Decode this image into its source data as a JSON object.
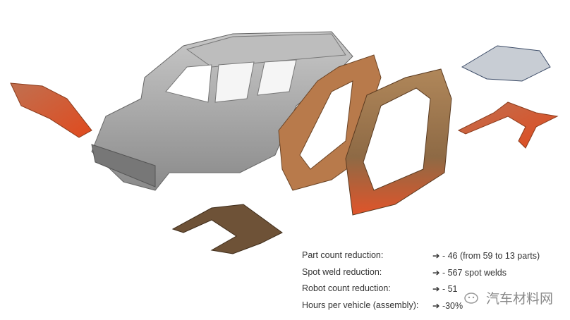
{
  "stats": [
    {
      "label": "Part count reduction:",
      "value": "➔ - 46 (from 59 to 13 parts)"
    },
    {
      "label": "Spot weld reduction:",
      "value": "➔ - 567 spot welds"
    },
    {
      "label": "Robot count reduction:",
      "value": "➔ - 51"
    },
    {
      "label": "Hours per vehicle (assembly):",
      "value": "➔ -30%"
    }
  ],
  "watermark": {
    "text": "汽车材料网",
    "icon": "wechat-icon"
  },
  "colors": {
    "steel": "#a9a9a9",
    "orange": "#d9572a",
    "copper": "#b87a4b",
    "bronze": "#7a5a3c"
  }
}
